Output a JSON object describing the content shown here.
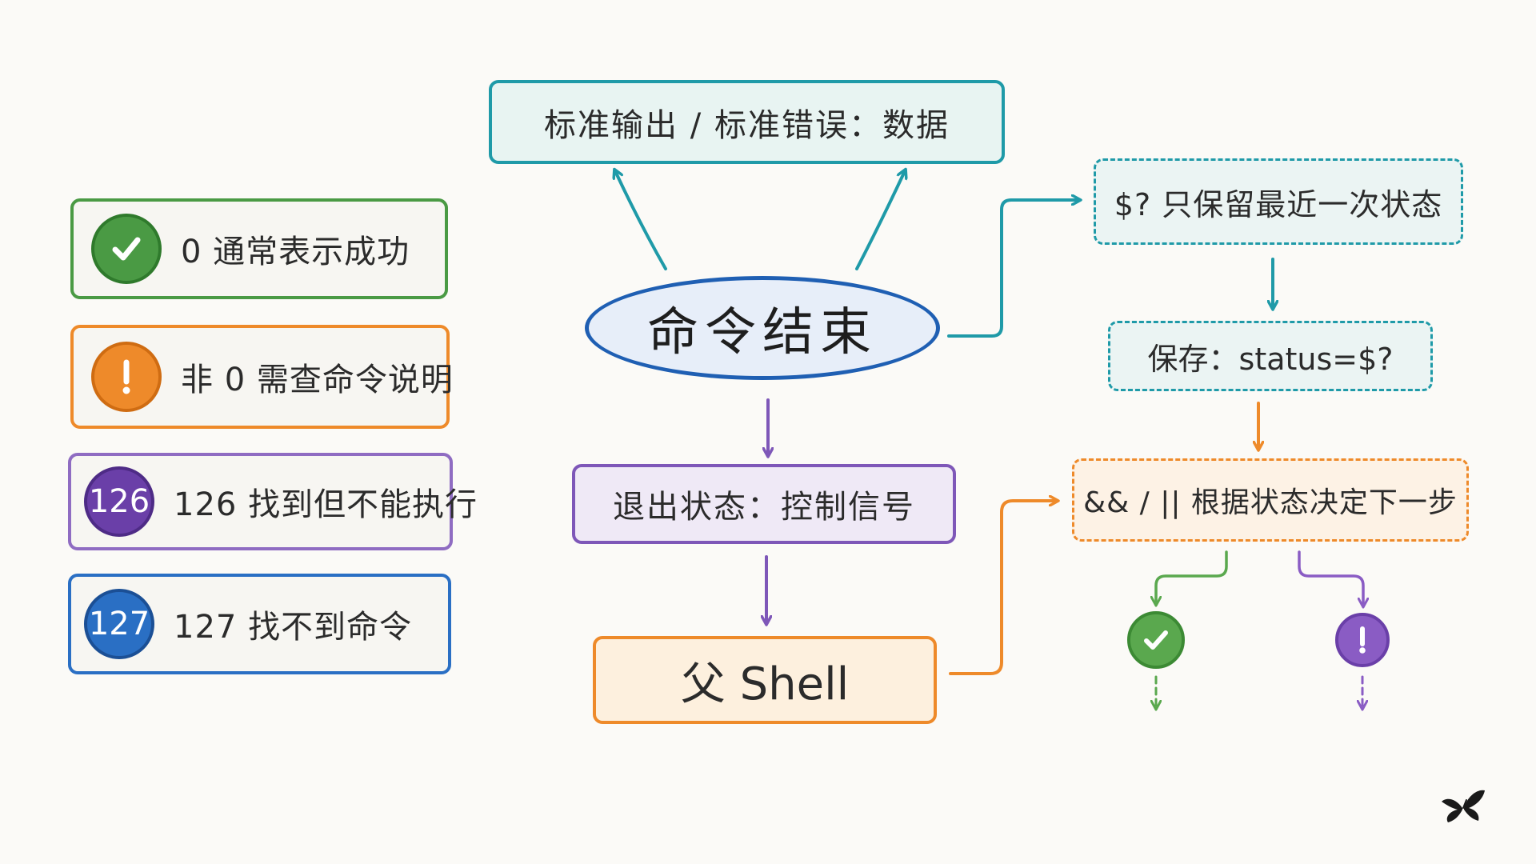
{
  "diagram": {
    "center_node": "命令结束",
    "data_node": "标准输出 / 标准错误：数据",
    "exit_node": "退出状态：控制信号",
    "shell_node": "父 Shell",
    "last_status_node": "$? 只保留最近一次状态",
    "save_node": "保存：status=$?",
    "logic_node": "&& / || 根据状态决定下一步"
  },
  "legend": [
    {
      "badge": "",
      "text": "0 通常表示成功",
      "color": "#4a9a44",
      "icon": "check-icon"
    },
    {
      "badge": "",
      "text": "非 0 需查命令说明",
      "color": "#ee8a2a",
      "icon": "exclamation-icon"
    },
    {
      "badge": "126",
      "text": "126 找到但不能执行",
      "color": "#6a3fa8"
    },
    {
      "badge": "127",
      "text": "127 找不到命令",
      "color": "#2a6fc4"
    }
  ],
  "results": {
    "success_icon": "check-icon",
    "failure_icon": "exclamation-icon"
  },
  "colors": {
    "teal": "#1f9aa8",
    "blue": "#1f5fb3",
    "purple": "#7e57b8",
    "orange": "#ee8a2a",
    "green": "#4a9a44"
  },
  "logo": "butterfly-icon"
}
